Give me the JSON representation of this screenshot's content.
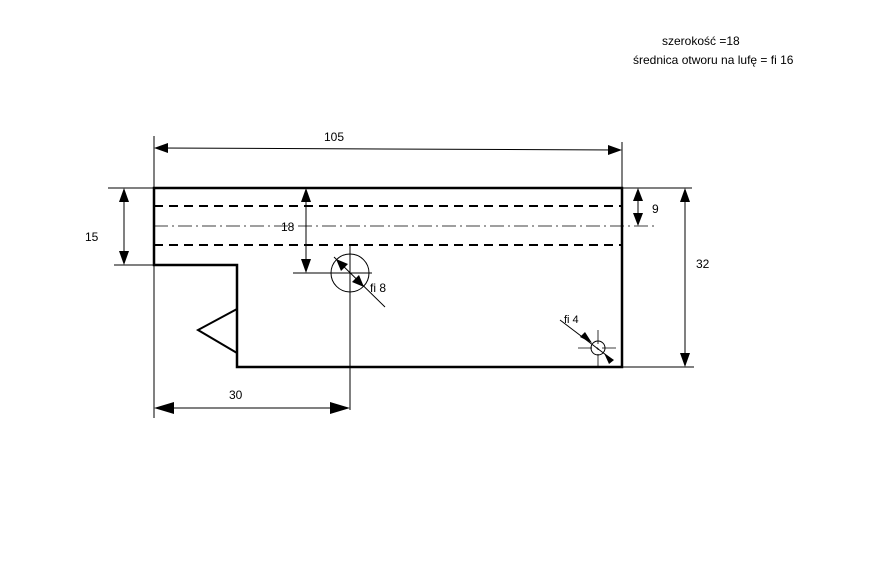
{
  "notes": {
    "width_note": "szerokość =18",
    "bore_note": "średnica otworu na lufę = fi 16"
  },
  "dimensions": {
    "overall_length": "105",
    "step_height": "15",
    "bore_offset": "18",
    "bore_depth": "9",
    "overall_height": "32",
    "hole_position": "30",
    "hole_large": "fi 8",
    "hole_small": "fi 4"
  }
}
